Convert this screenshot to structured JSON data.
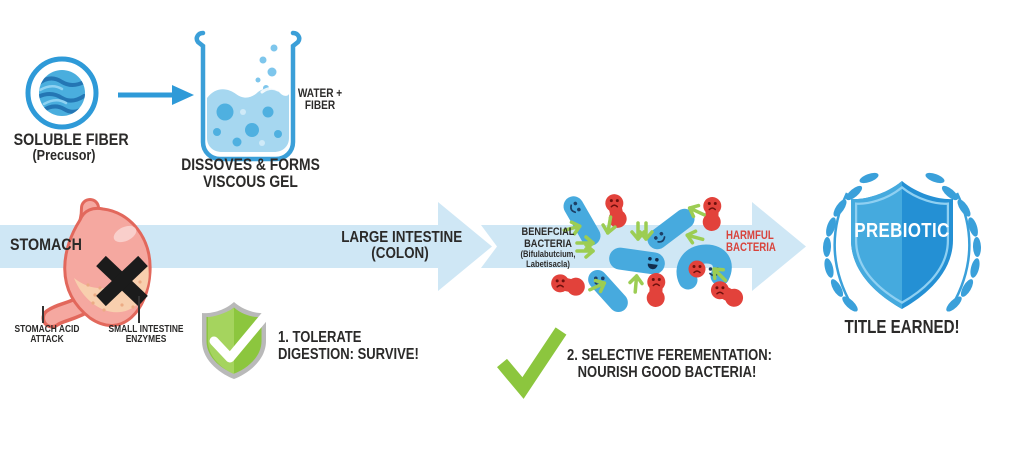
{
  "colors": {
    "accent_blue": "#2e9ad8",
    "band_blue": "#cfe7f5",
    "bacteria_blue": "#47aade",
    "bacteria_red": "#e2423b",
    "shield_green": "#8cc63e",
    "arrow_green": "#9ccd53",
    "harmful_red": "#d8433c",
    "stomach_pink": "#f5a8a0",
    "gray_border": "#b9b9b9",
    "text_dark": "#2b2a29"
  },
  "step_fiber": {
    "circle_label_line1": "SOLUBLE FIBER",
    "circle_label_line2": "(Precusor)",
    "beaker_caption_line1": "DISSOVES & FORMS",
    "beaker_caption_line2": "VISCOUS GEL",
    "beaker_side_line1": "WATER +",
    "beaker_side_line2": "FIBER"
  },
  "stomach_section": {
    "band_label": "STOMACH",
    "callout_acid_line1": "STOMACH ACID",
    "callout_acid_line2": "ATTACK",
    "callout_enzymes_line1": "SMALL INTESTINE",
    "callout_enzymes_line2": "ENZYMES"
  },
  "colon_arrow": {
    "label_line1": "LARGE INTESTINE",
    "label_line2": "(COLON)"
  },
  "step1": {
    "line1": "1. TOLERATE",
    "line2": "DIGESTION: SURVIVE!"
  },
  "bacteria_section": {
    "beneficial_line1": "BENEFCIAL",
    "beneficial_line2": "BACTERIA",
    "beneficial_line3": "(Bifulabutcium,",
    "beneficial_line4": "Labetisacla)",
    "harmful_line1": "HARMFUL",
    "harmful_line2": "BACTERIA"
  },
  "step2": {
    "line1": "2. SELECTIVE FEREMENTATION:",
    "line2": "NOURISH GOOD BACTERIA!"
  },
  "badge": {
    "shield_label": "PREBIOTIC",
    "caption": "TITLE EARNED!"
  },
  "icons": {
    "soluble_fiber": "wavy-fiber-circle",
    "flow_arrow": "right-arrow",
    "gel": "beaker-with-liquid",
    "stomach": "stomach-organ",
    "blocked": "black-x-cross",
    "survive": "green-shield-check",
    "ferment": "green-checkmark",
    "good_bacteria": "blue-rod-bacteria",
    "bad_bacteria": "red-cocci-bacteria",
    "award": "laurel-shield-badge"
  }
}
